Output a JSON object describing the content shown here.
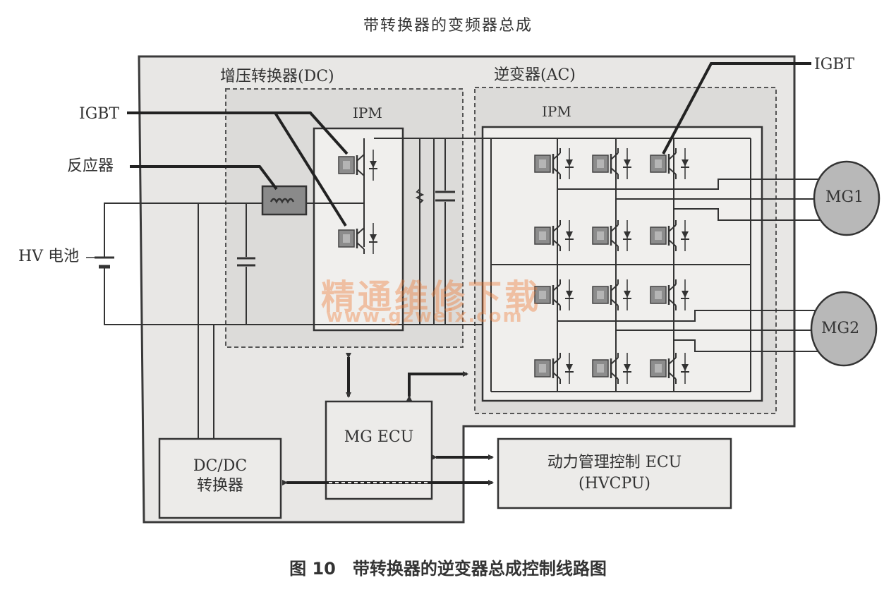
{
  "header": {
    "title": "带转换器的变频器总成"
  },
  "sections": {
    "boost": "增压转换器(DC)",
    "inverter": "逆变器(AC)"
  },
  "labels": {
    "ipm_left": "IPM",
    "ipm_right": "IPM",
    "igbt_left": "IGBT",
    "igbt_right": "IGBT",
    "reactor": "反应器",
    "battery": "HV 电池"
  },
  "motors": {
    "mg1": "MG1",
    "mg2": "MG2"
  },
  "blocks": {
    "mg_ecu": "MG ECU",
    "dcdc_line1": "DC/DC",
    "dcdc_line2": "转换器",
    "hv_line1": "动力管理控制 ECU",
    "hv_line2": "(HVCPU)"
  },
  "watermark": {
    "text": "精通维修下载",
    "url": "www.gzweix.com"
  },
  "caption": "图 10　带转换器的逆变器总成控制线路图",
  "colors": {
    "panel": "#e7e6e4",
    "line": "#3a3a3a",
    "module": "#8a8a8a",
    "watermark": "#ee7832"
  }
}
